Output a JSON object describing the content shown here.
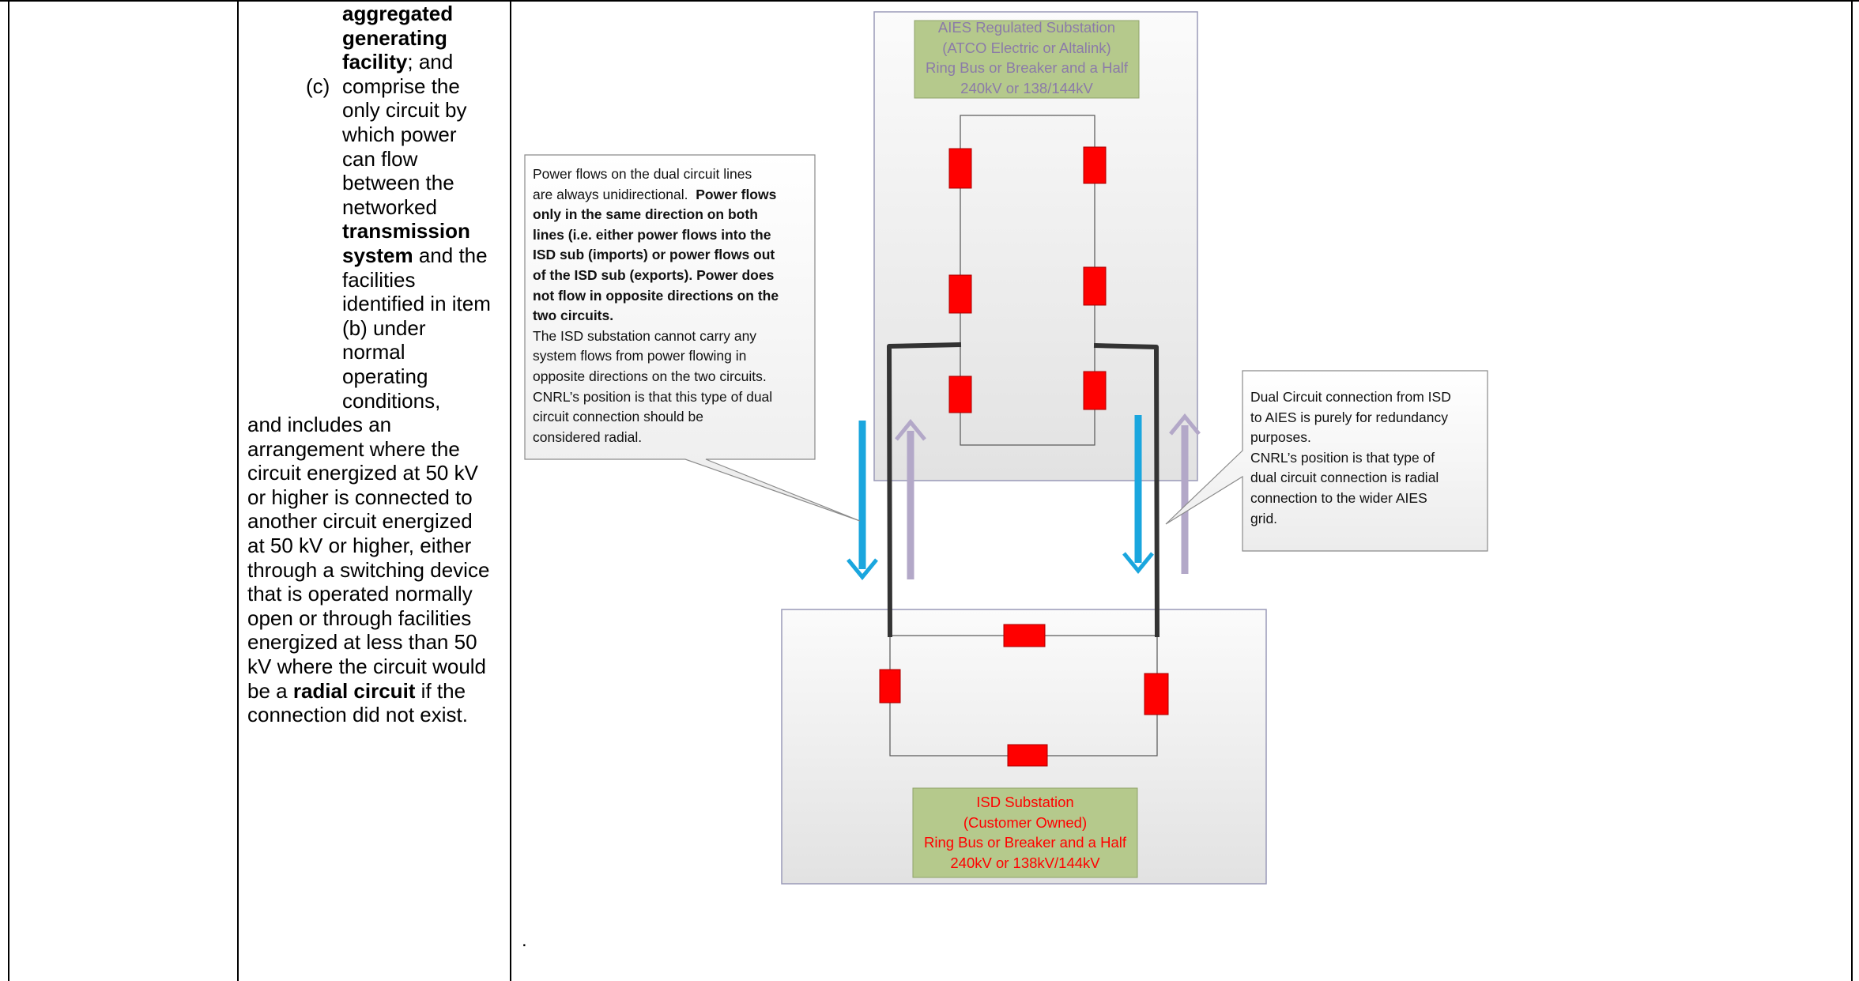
{
  "legal_text": {
    "line1": "aggregated",
    "line2": "generating",
    "line3_bold": "facility",
    "line3_rest": "; and",
    "item_c_marker": "(c)",
    "item_c_lines": [
      "comprise the",
      "only circuit by",
      "which power",
      "can flow",
      "between the",
      "networked"
    ],
    "tx_bold_1": "transmission",
    "tx_bold_2": "system",
    "tx_rest": " and the",
    "item_c_lines2": [
      "facilities",
      "identified in item",
      "(b) under",
      "normal",
      "operating",
      "conditions,"
    ],
    "tail_lines": [
      "and includes an",
      "arrangement where the",
      "circuit energized at 50 kV",
      "or higher is connected to",
      "another circuit energized",
      "at 50 kV or higher, either",
      "through a switching device",
      "that is operated normally",
      "open or through facilities",
      "energized at less than 50",
      "kV where the circuit would"
    ],
    "radial_pre": "be a ",
    "radial_bold": "radial circuit",
    "radial_post": " if the",
    "last_line": "connection did not exist."
  },
  "diagram": {
    "aies_title": [
      "AIES Regulated Substation",
      "(ATCO Electric or Altalink)",
      "Ring Bus or Breaker and a Half",
      "240kV or 138/144kV"
    ],
    "isd_title": [
      "ISD Substation",
      "(Customer Owned)",
      "Ring Bus or Breaker and a Half",
      "240kV or 138kV/144kV"
    ],
    "callout_left_normal_1": [
      "Power flows on the dual circuit lines",
      "are always unidirectional."
    ],
    "callout_left_bold_tail": "Power flows",
    "callout_left_bold": [
      "only in the same direction on both",
      "lines (i.e. either power flows into the",
      "ISD sub (imports) or power flows out",
      "of the ISD sub (exports). Power does",
      "not flow in opposite directions on the",
      "two circuits."
    ],
    "callout_left_normal_2": [
      "The ISD substation cannot carry any",
      "system flows from power flowing in",
      "opposite directions on the two circuits.",
      "CNRL’s position is that this type of dual",
      "circuit connection should be",
      "considered radial."
    ],
    "callout_right": [
      "Dual Circuit connection from ISD",
      "to AIES is purely for redundancy",
      "purposes.",
      "CNRL’s position is that type of",
      "dual circuit connection is radial",
      "connection to the wider AIES",
      "grid."
    ],
    "colors": {
      "title_fill": "#b5c98c",
      "aies_title_text": "#8b7ba8",
      "isd_title_text": "#ff0000",
      "breaker_fill": "#ff0000",
      "arrow_blue": "#1aa6de",
      "arrow_purple": "#b3a8c8",
      "line_dark": "#333333"
    }
  },
  "trailing_dot": "."
}
